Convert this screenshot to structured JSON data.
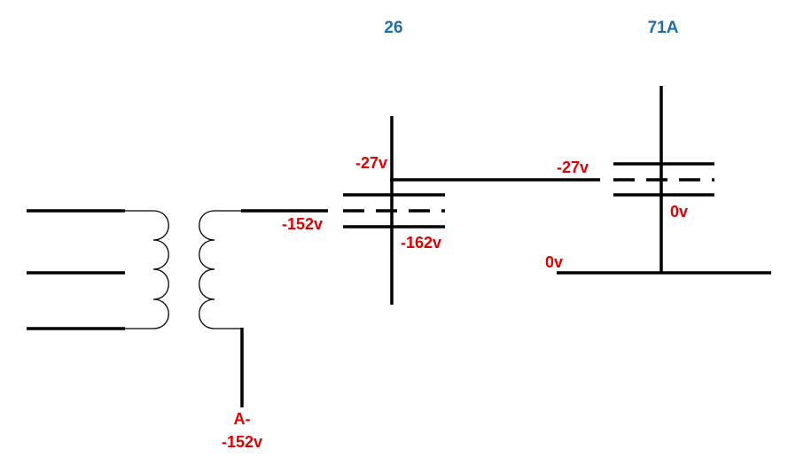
{
  "colors": {
    "wire": "#000000",
    "label": "#e00000",
    "tube_title": "#1f6eb0",
    "primary_lead_red": "#ee1c1c",
    "primary_lead_black": "#000000",
    "primary_lead_green": "#1aaa4a"
  },
  "tubes": {
    "tube_26": {
      "title": "26"
    },
    "tube_71a": {
      "title": "71A"
    }
  },
  "voltages": {
    "tube_26_plate": "-27v",
    "tube_26_grid": "-152v",
    "tube_26_cathode": "-162v",
    "tube_71a_grid": "-27v",
    "tube_71a_cathode": "0v",
    "ground_bus": "0v",
    "a_minus_name": "A-",
    "a_minus_voltage": "-152v"
  }
}
